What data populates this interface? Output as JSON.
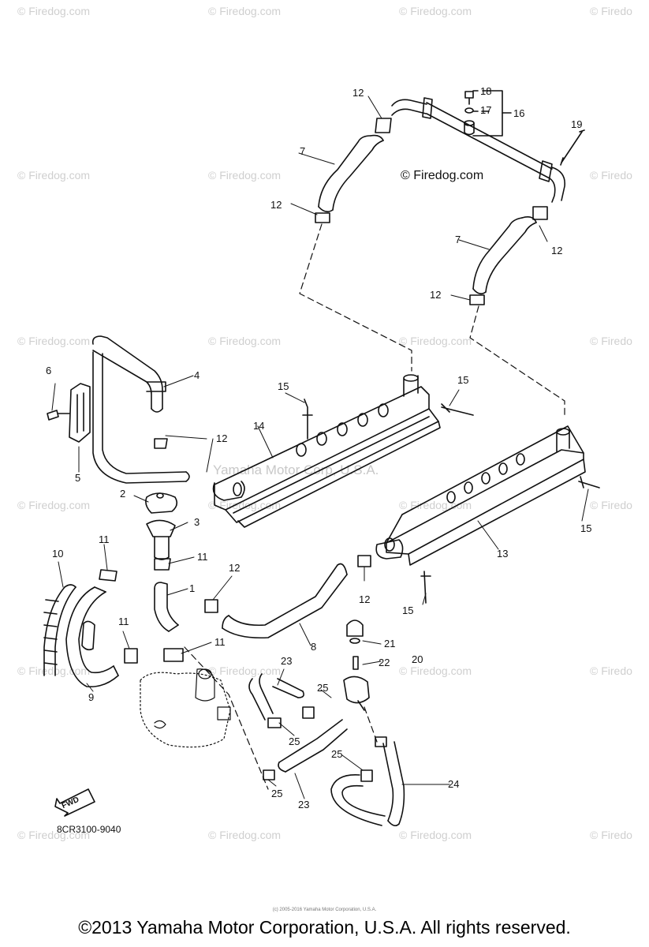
{
  "watermark": "© Firedog.com",
  "watermark_edge": "© Firedo",
  "center_watermark": "Yamaha Motor Corp, U.S.A.",
  "diagram_code": "8CR3100-9040",
  "fwd_label": "FWD",
  "tiny_copyright": "(c) 2005-2016 Yamaha Motor Corporation, U.S.A.",
  "footer_copyright": "©2013 Yamaha Motor Corporation, U.S.A. All rights reserved.",
  "callouts": {
    "c1": "1",
    "c2": "2",
    "c3": "3",
    "c4": "4",
    "c5": "5",
    "c6": "6",
    "c7a": "7",
    "c7b": "7",
    "c8": "8",
    "c9": "9",
    "c10": "10",
    "c11a": "11",
    "c11b": "11",
    "c11c": "11",
    "c11d": "11",
    "c12a": "12",
    "c12b": "12",
    "c12c": "12",
    "c12d": "12",
    "c12e": "12",
    "c12f": "12",
    "c12g": "12",
    "c13": "13",
    "c14": "14",
    "c15a": "15",
    "c15b": "15",
    "c15c": "15",
    "c15d": "15",
    "c16": "16",
    "c17": "17",
    "c18": "18",
    "c19": "19",
    "c20": "20",
    "c21": "21",
    "c22": "22",
    "c23a": "23",
    "c23b": "23",
    "c24": "24",
    "c25a": "25",
    "c25b": "25",
    "c25c": "25",
    "c25d": "25"
  }
}
